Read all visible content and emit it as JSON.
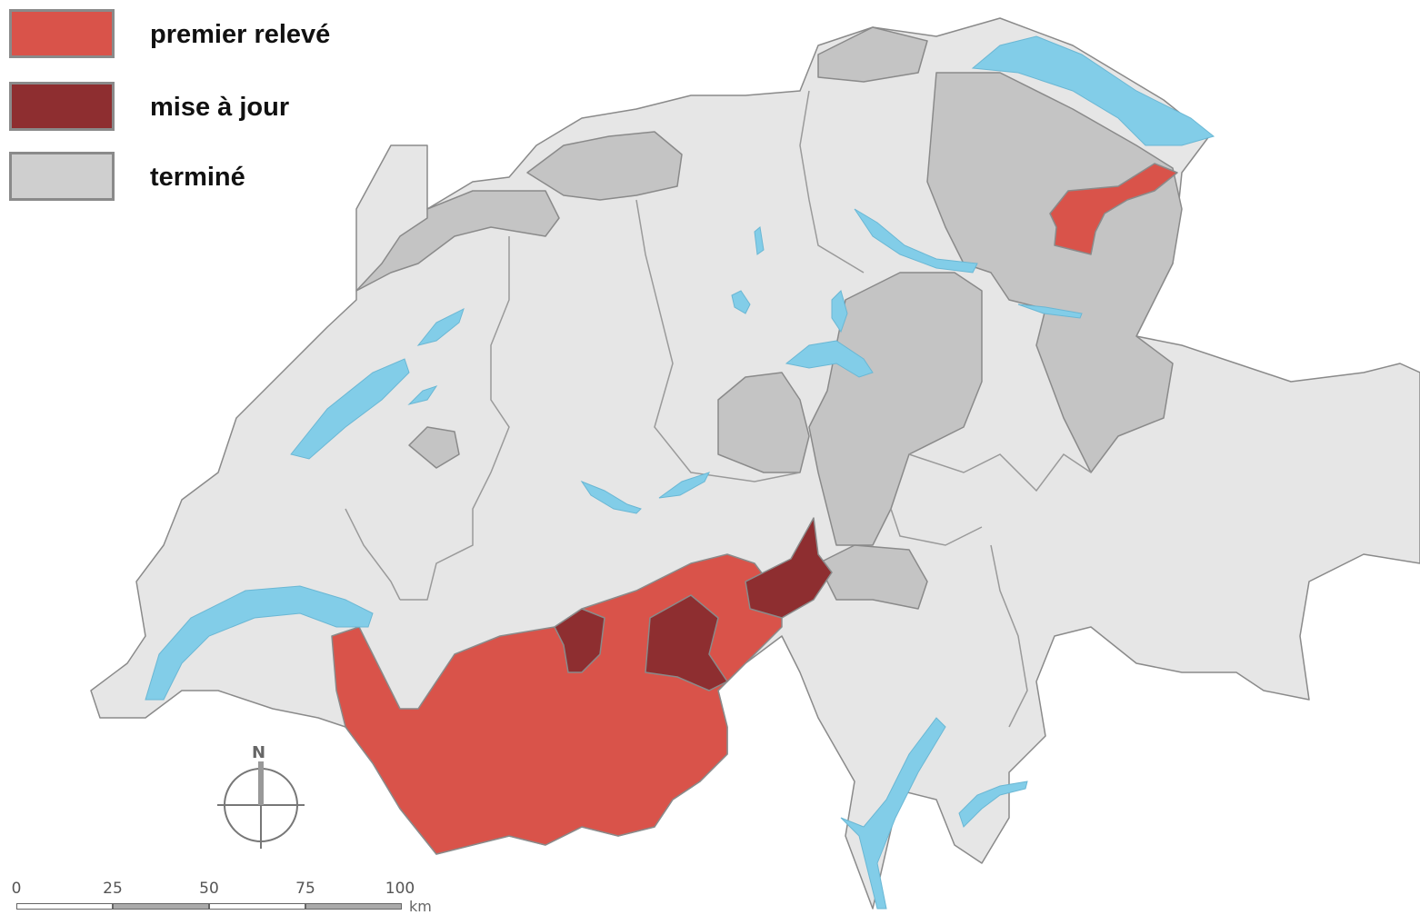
{
  "legend": {
    "items": [
      {
        "label": "premier relevé",
        "color": "#d9534a"
      },
      {
        "label": "mise à jour",
        "color": "#8e2e30"
      },
      {
        "label": "terminé",
        "color": "#cfcfcf"
      }
    ]
  },
  "colors": {
    "premier": "#d9534a",
    "update": "#8e2e30",
    "done": "#c4c4c4",
    "other": "#e6e6e6",
    "lake": "#82cde8",
    "border": "#8a8a8a"
  },
  "compass": {
    "north_label": "N",
    "icon": "compass-rose-icon"
  },
  "scale": {
    "ticks": [
      "0",
      "25",
      "50",
      "75",
      "100"
    ],
    "unit": "km"
  }
}
